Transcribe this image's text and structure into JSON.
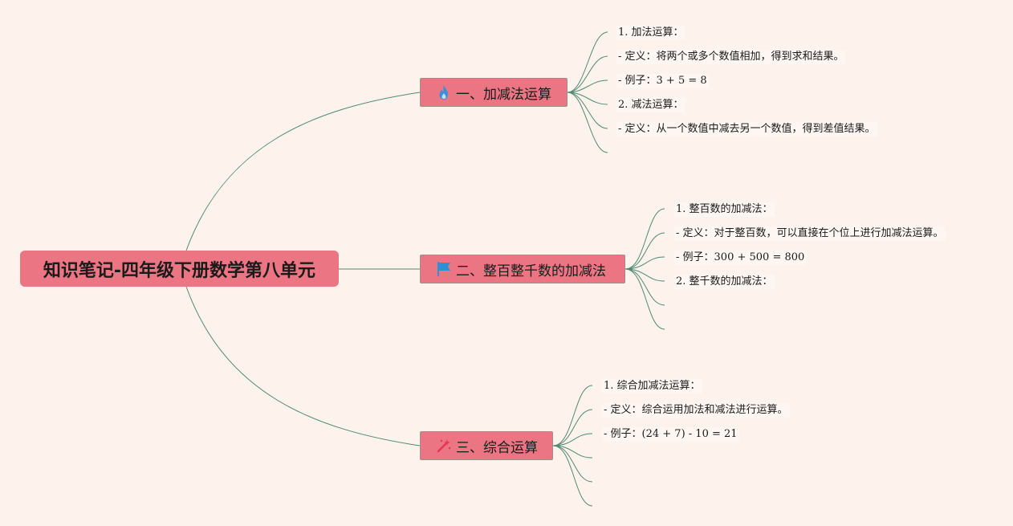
{
  "root": {
    "title": "知识笔记-四年级下册数学第八单元"
  },
  "branches": [
    {
      "label": "一、加减法运算",
      "icon": "fire-icon",
      "items": [
        "1. 加法运算：",
        "- 定义：将两个或多个数值相加，得到求和结果。",
        "- 例子：3 + 5 = 8",
        "2. 减法运算：",
        "- 定义：从一个数值中减去另一个数值，得到差值结果。"
      ]
    },
    {
      "label": "二、整百整千数的加减法",
      "icon": "flag-icon",
      "items": [
        "1. 整百数的加减法：",
        "- 定义：对于整百数，可以直接在个位上进行加减法运算。",
        "- 例子：300 + 500 = 800",
        "2. 整千数的加减法："
      ]
    },
    {
      "label": "三、综合运算",
      "icon": "magic-wand-icon",
      "items": [
        "1. 综合加减法运算：",
        "- 定义：综合运用加法和减法进行运算。",
        "- 例子：(24 + 7) - 10 = 21"
      ]
    }
  ],
  "colors": {
    "background": "#fdf2ec",
    "node": "#ec7584",
    "line": "#4f8a72",
    "fire_icon": "#3b8fd9",
    "flag_icon": "#2d8fd6",
    "wand_icon": "#e8355a"
  }
}
